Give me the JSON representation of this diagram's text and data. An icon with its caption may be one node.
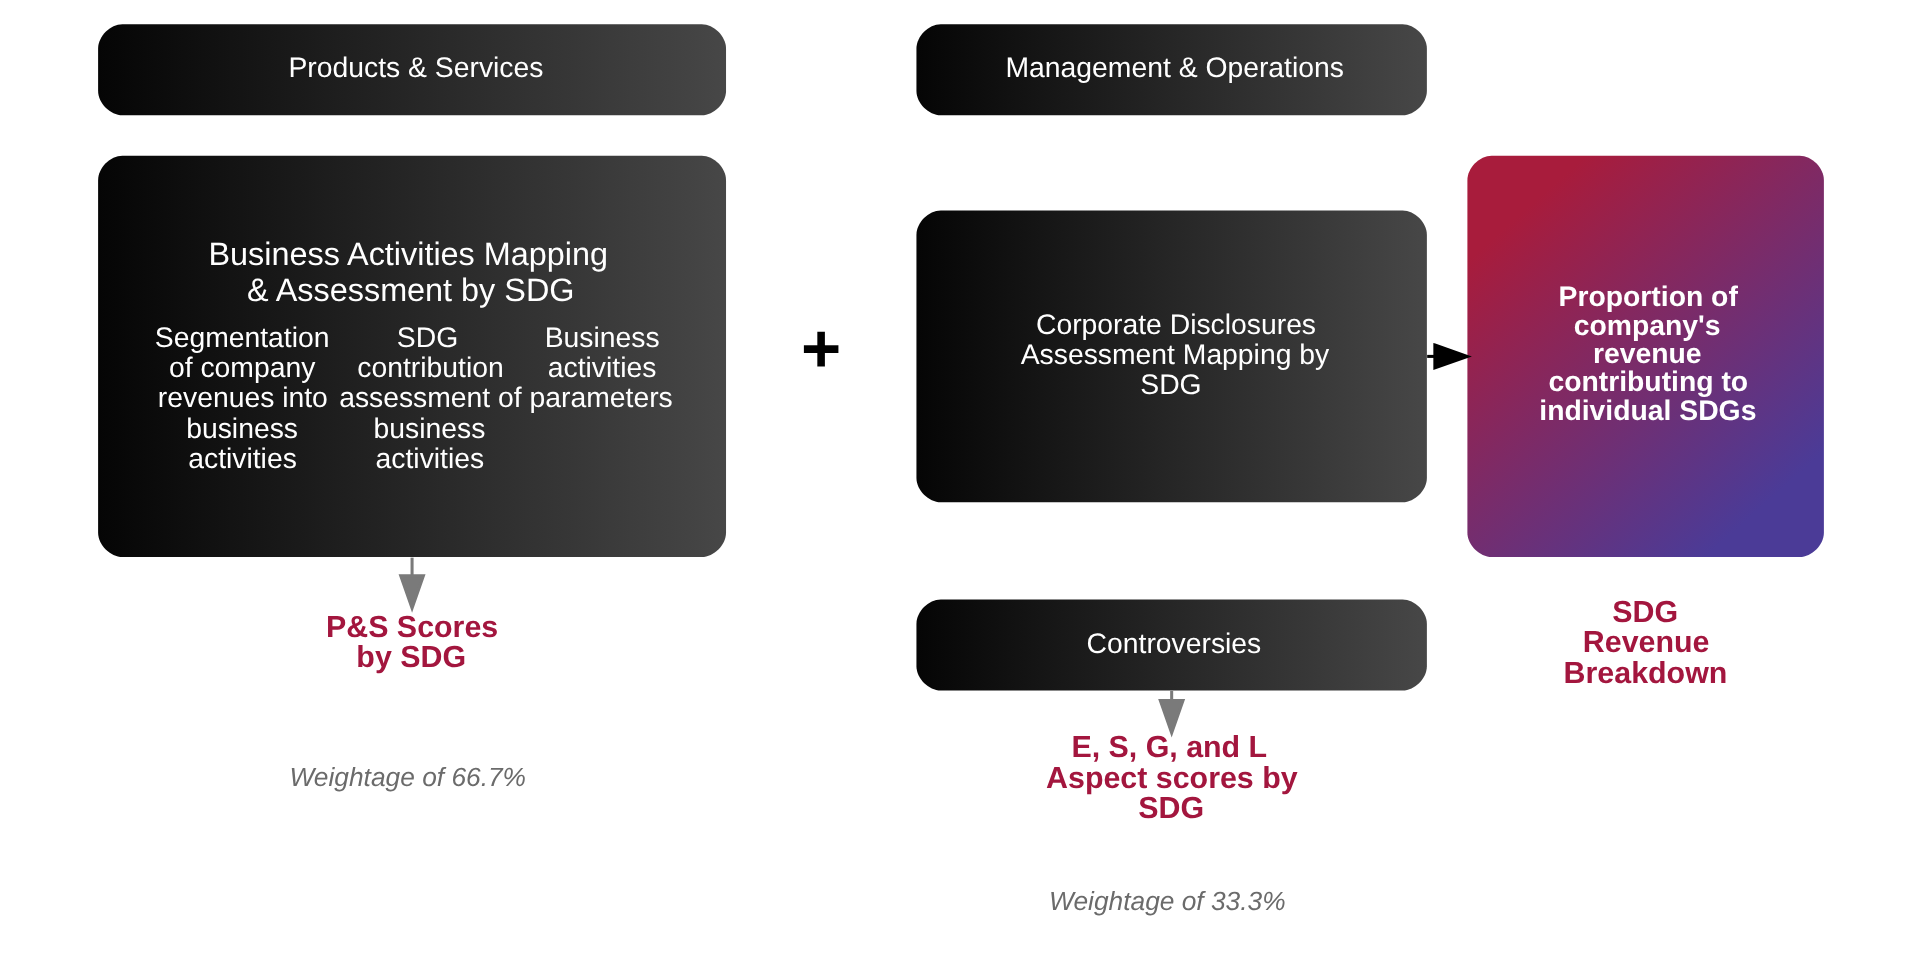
{
  "diagram": {
    "nodes": [
      {
        "text": [
          "Products & Services"
        ]
      },
      {
        "text": [
          "Business Activities Mapping & Assessment by SDG",
          "Segmentation of company revenues into business activities",
          "SDG contribution assessment of business activities",
          "Business activities parameters"
        ]
      },
      {
        "text": [
          "P&S Scores by SDG"
        ],
        "beside": [
          "Weightage of 66.7%"
        ]
      },
      {
        "text": [
          "Management & Operations"
        ]
      },
      {
        "text": [
          "Corporate Disclosures Assessment Mapping by SDG"
        ]
      },
      {
        "text": [
          "Controversies"
        ]
      },
      {
        "text": [
          "E, S, G, and L Aspect scores by SDG"
        ],
        "beside": [
          "Weightage of 33.3%"
        ]
      },
      {
        "text": [
          "Proportion of company's revenue contributing to individual SDGs"
        ],
        "beside": [
          "SDG Revenue Breakdown"
        ]
      }
    ],
    "edges": [
      {
        "from": 1,
        "to": 2,
        "arrow": "to"
      },
      {
        "from": 5,
        "to": 6,
        "arrow": "to"
      },
      {
        "from": 4,
        "to": 7,
        "arrow": "to",
        "color": "#000000"
      }
    ],
    "labels": [
      "+"
    ]
  }
}
